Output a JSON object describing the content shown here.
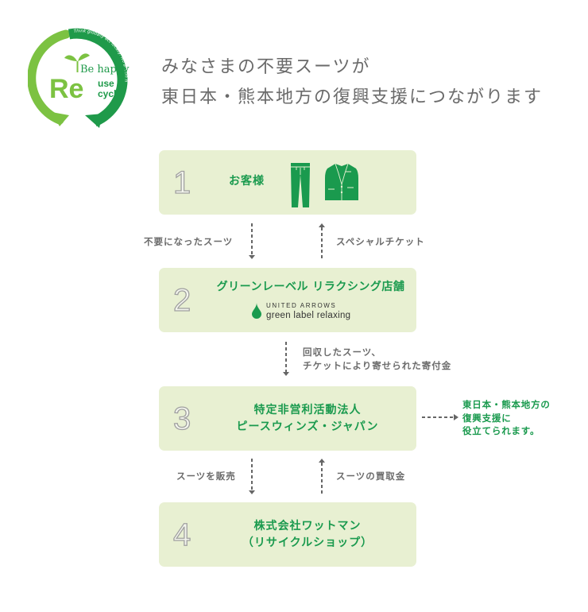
{
  "logo": {
    "arc_text": "Think globally act locally. No action no change.",
    "line1": "Be happy",
    "big_letters": "Re",
    "line2": "use &",
    "line3": "cycle",
    "colors": {
      "light_green": "#7cc242",
      "dark_green": "#1f9a4a"
    }
  },
  "headline": {
    "line1": "みなさまの不要スーツが",
    "line2": "東日本・熊本地方の復興支援につながります"
  },
  "steps": [
    {
      "number": "1",
      "title": "お客様",
      "icons": [
        "pants-icon",
        "jacket-icon"
      ]
    },
    {
      "number": "2",
      "title": "グリーンレーベル リラクシング店舗",
      "brand": {
        "top": "UNITED ARROWS",
        "bottom": "green label relaxing"
      }
    },
    {
      "number": "3",
      "title_line1": "特定非営利活動法人",
      "title_line2": "ピースウィンズ・ジャパン"
    },
    {
      "number": "4",
      "title_line1": "株式会社ワットマン",
      "title_line2": "（リサイクルショップ）"
    }
  ],
  "flows": {
    "s1_to_s2": "不要になったスーツ",
    "s2_to_s1": "スペシャルチケット",
    "s2_to_s3_line1": "回収したスーツ、",
    "s2_to_s3_line2": "チケットにより寄せられた寄付金",
    "s3_to_s4": "スーツを販売",
    "s4_to_s3": "スーツの買取金"
  },
  "result": {
    "line1": "東日本・熊本地方の",
    "line2": "復興支援に",
    "line3": "役立てられます。"
  },
  "colors": {
    "accent_green": "#1a9a4e",
    "box_background": "#e8f0d2",
    "label_gray": "#6b6b6b",
    "headline_gray": "#6a6a6a"
  }
}
